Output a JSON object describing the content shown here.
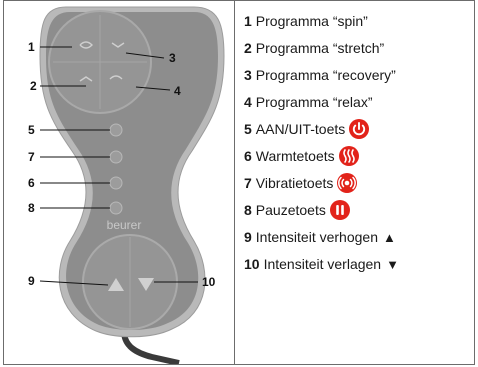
{
  "callouts": [
    "1",
    "2",
    "3",
    "4",
    "5",
    "7",
    "6",
    "8",
    "9",
    "10"
  ],
  "device": {
    "brand": "beurer"
  },
  "legend": [
    {
      "num": "1",
      "text": "Programma “spin”",
      "icon": ""
    },
    {
      "num": "2",
      "text": "Programma “stretch”",
      "icon": ""
    },
    {
      "num": "3",
      "text": "Programma “recovery”",
      "icon": ""
    },
    {
      "num": "4",
      "text": "Programma “relax”",
      "icon": ""
    },
    {
      "num": "5",
      "text": "AAN/UIT-toets",
      "icon": "power-icon"
    },
    {
      "num": "6",
      "text": "Warmtetoets",
      "icon": "heat-icon"
    },
    {
      "num": "7",
      "text": "Vibratietoets",
      "icon": "vibration-icon"
    },
    {
      "num": "8",
      "text": "Pauzetoets",
      "icon": "pause-icon"
    },
    {
      "num": "9",
      "text": "Intensiteit verhogen",
      "arrow": "▲"
    },
    {
      "num": "10",
      "text": "Intensiteit verlagen",
      "arrow": "▼"
    }
  ],
  "colors": {
    "icon_red": "#e2231a",
    "device_body": "#8e8e8e",
    "device_rim": "#b6b6b6",
    "frame": "#6c6c6c"
  }
}
